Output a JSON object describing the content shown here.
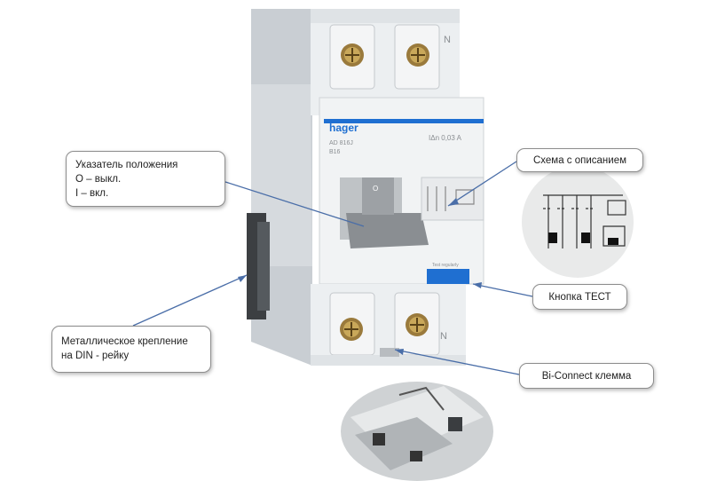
{
  "device": {
    "brand": "hager",
    "model": "AD 816J",
    "rating": "B16",
    "sensitivity": "IΔn 0,03 A",
    "neutral_top": "N",
    "neutral_bottom": "N",
    "switch_mark": "O",
    "test_label": "Test regularly"
  },
  "callouts": {
    "position_indicator": [
      "Указатель положения",
      "О – выкл.",
      "I – вкл."
    ],
    "scheme": "Схема с описанием",
    "test_button": "Кнопка ТЕСТ",
    "din_mount": [
      "Металлическое крепление",
      "на DIN - рейку"
    ],
    "biconnect": "Bi-Connect клемма"
  },
  "colors": {
    "accent_blue": "#1f6fd1",
    "pointer_line": "#4a6ea8",
    "device_body": "#e6e9ec"
  }
}
